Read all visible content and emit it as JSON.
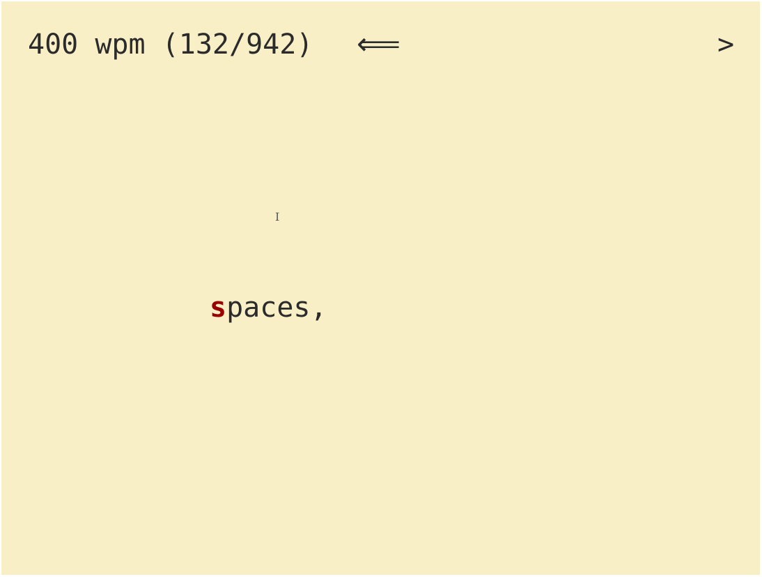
{
  "header": {
    "status": "400 wpm (132/942)",
    "back_icon": "⟸",
    "next_label": ">"
  },
  "cursor": {
    "glyph": "I"
  },
  "reader": {
    "focus_letter": "s",
    "rest": "paces,"
  },
  "colors": {
    "background": "#f9efc7",
    "text": "#2b2b2b",
    "focus": "#9a0000"
  }
}
